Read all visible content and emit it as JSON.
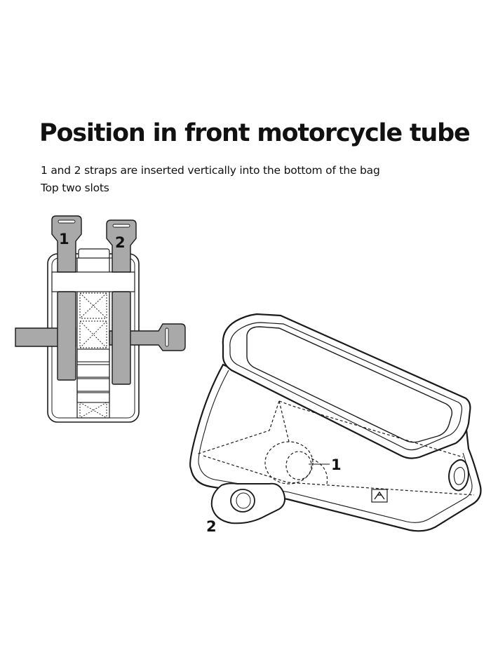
{
  "heading": {
    "title": "Position in front motorcycle tube",
    "line1": "1 and 2 straps are inserted vertically into the bottom of the bag",
    "line2": "Top two slots"
  },
  "left_diagram": {
    "strap1_label": "1",
    "strap2_label": "2"
  },
  "right_diagram": {
    "callout1_label": "1",
    "callout2_label": "2"
  },
  "colors": {
    "strap_fill": "#a9a9a9",
    "outline": "#1a1a1a",
    "background": "#ffffff"
  }
}
